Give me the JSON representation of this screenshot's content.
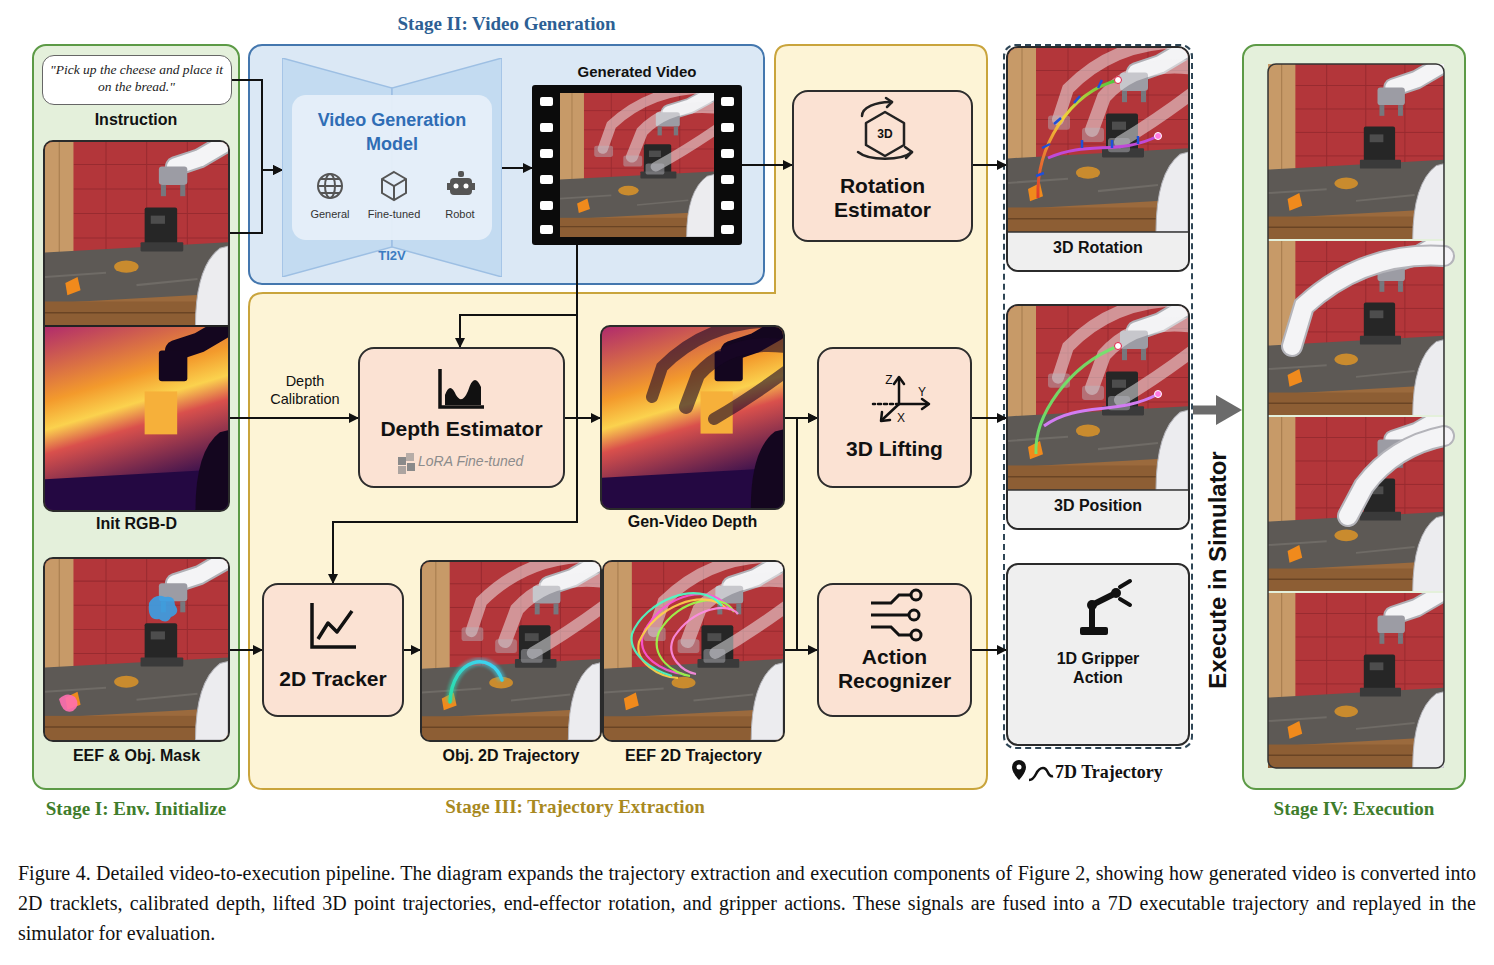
{
  "diagram": {
    "caption": "Figure 4. Detailed video-to-execution pipeline. The diagram expands the trajectory extraction and execution components of Figure 2, showing how generated video is converted into 2D tracklets, calibrated depth, lifted 3D point trajectories, end-effector rotation, and gripper actions. These signals are fused into a 7D executable trajectory and replayed in the simulator for evaluation.",
    "nodes": [
      {
        "text": [
          "Stage I: Env. Initialize"
        ]
      },
      {
        "text": [
          "\"Pick up the cheese and place it on the bread.\"",
          "Instruction"
        ],
        "in": 0
      },
      {
        "text": [
          "Init RGB-D"
        ],
        "in": 0
      },
      {
        "text": [
          "EEF & Obj. Mask"
        ],
        "in": 0
      },
      {
        "text": [
          "Stage II: Video Generation"
        ]
      },
      {
        "text": [
          "Video Generation Model",
          "General",
          "Fine-tuned",
          "Robot",
          "TI2V"
        ],
        "in": 4
      },
      {
        "text": [
          "Generated Video"
        ],
        "in": 4
      },
      {
        "text": [
          "Stage III: Trajectory Extraction"
        ]
      },
      {
        "text": [
          "Rotation Estimator"
        ],
        "in": 7
      },
      {
        "text": [
          "Depth Estimator",
          "LoRA Fine-tuned"
        ],
        "in": 7
      },
      {
        "text": [
          "Gen-Video Depth"
        ],
        "in": 7
      },
      {
        "text": [
          "3D Lifting"
        ],
        "in": 7
      },
      {
        "text": [
          "2D Tracker"
        ],
        "in": 7
      },
      {
        "text": [
          "Obj. 2D Trajectory"
        ],
        "in": 7
      },
      {
        "text": [
          "EEF 2D Trajectory"
        ],
        "in": 7
      },
      {
        "text": [
          "Action Recognizer"
        ],
        "in": 7
      },
      {
        "text": [
          "7D Trajectory"
        ]
      },
      {
        "text": [
          "3D Rotation"
        ],
        "in": 16
      },
      {
        "text": [
          "3D Position"
        ],
        "in": 16
      },
      {
        "text": [
          "1D Gripper Action"
        ],
        "in": 16
      },
      {
        "text": [
          "Stage IV: Execution"
        ]
      }
    ],
    "edges": [
      {
        "from": 1,
        "to": 5,
        "arrow": "to"
      },
      {
        "from": 2,
        "to": 5,
        "arrow": "to"
      },
      {
        "from": 5,
        "to": 6,
        "arrow": "to"
      },
      {
        "from": 6,
        "to": 8,
        "arrow": "to"
      },
      {
        "from": 6,
        "to": 9,
        "arrow": "to"
      },
      {
        "from": 6,
        "to": 12,
        "arrow": "to"
      },
      {
        "from": 2,
        "to": 9,
        "label": "Depth Calibration",
        "arrow": "to"
      },
      {
        "from": 9,
        "to": 10,
        "arrow": "to"
      },
      {
        "from": 10,
        "to": 11,
        "arrow": "to"
      },
      {
        "from": 3,
        "to": 12,
        "arrow": "to"
      },
      {
        "from": 12,
        "to": 13,
        "arrow": "to"
      },
      {
        "from": 14,
        "to": 11,
        "arrow": "to"
      },
      {
        "from": 14,
        "to": 15,
        "arrow": "to"
      },
      {
        "from": 8,
        "to": 17,
        "arrow": "to"
      },
      {
        "from": 11,
        "to": 18,
        "arrow": "to"
      },
      {
        "from": 15,
        "to": 19,
        "arrow": "to"
      },
      {
        "from": 16,
        "to": 20,
        "label": "Execute in Simulator",
        "arrow": "to"
      }
    ],
    "labels": [
      "3D",
      "Z",
      "Y",
      "X"
    ]
  }
}
